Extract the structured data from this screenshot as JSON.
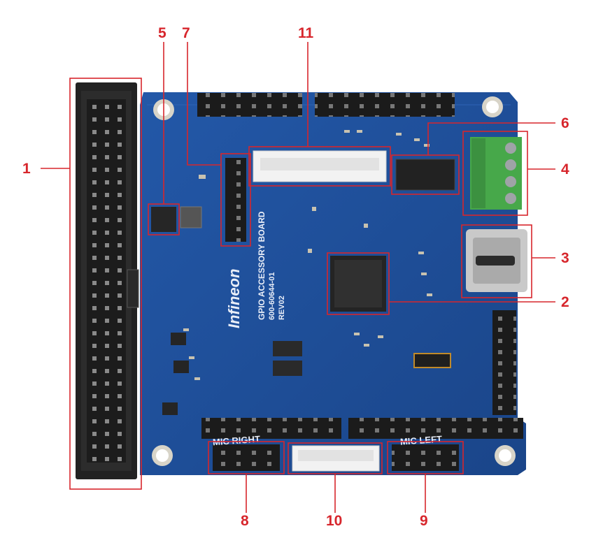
{
  "image": {
    "subject": "GPIO accessory board with numbered callouts",
    "colors": {
      "pcb": "#1f4f9a",
      "pcb_dark": "#173f80",
      "callout": "#d7262c",
      "header": "#1b1b1b",
      "terminal": "#4caf50",
      "connector_white": "#f2f2f2",
      "pad": "#c8c2b0"
    }
  },
  "board": {
    "silkscreen": {
      "title": "GPIO ACCESSORY BOARD",
      "part_number": "600-60644-01",
      "revision": "REV02",
      "brand": "Infineon",
      "mic_right": "MIC RIGHT",
      "mic_left": "MIC LEFT"
    }
  },
  "callouts": [
    {
      "id": "1",
      "label": "1"
    },
    {
      "id": "2",
      "label": "2"
    },
    {
      "id": "3",
      "label": "3"
    },
    {
      "id": "4",
      "label": "4"
    },
    {
      "id": "5",
      "label": "5"
    },
    {
      "id": "6",
      "label": "6"
    },
    {
      "id": "7",
      "label": "7"
    },
    {
      "id": "8",
      "label": "8"
    },
    {
      "id": "9",
      "label": "9"
    },
    {
      "id": "10",
      "label": "10"
    },
    {
      "id": "11",
      "label": "11"
    }
  ]
}
